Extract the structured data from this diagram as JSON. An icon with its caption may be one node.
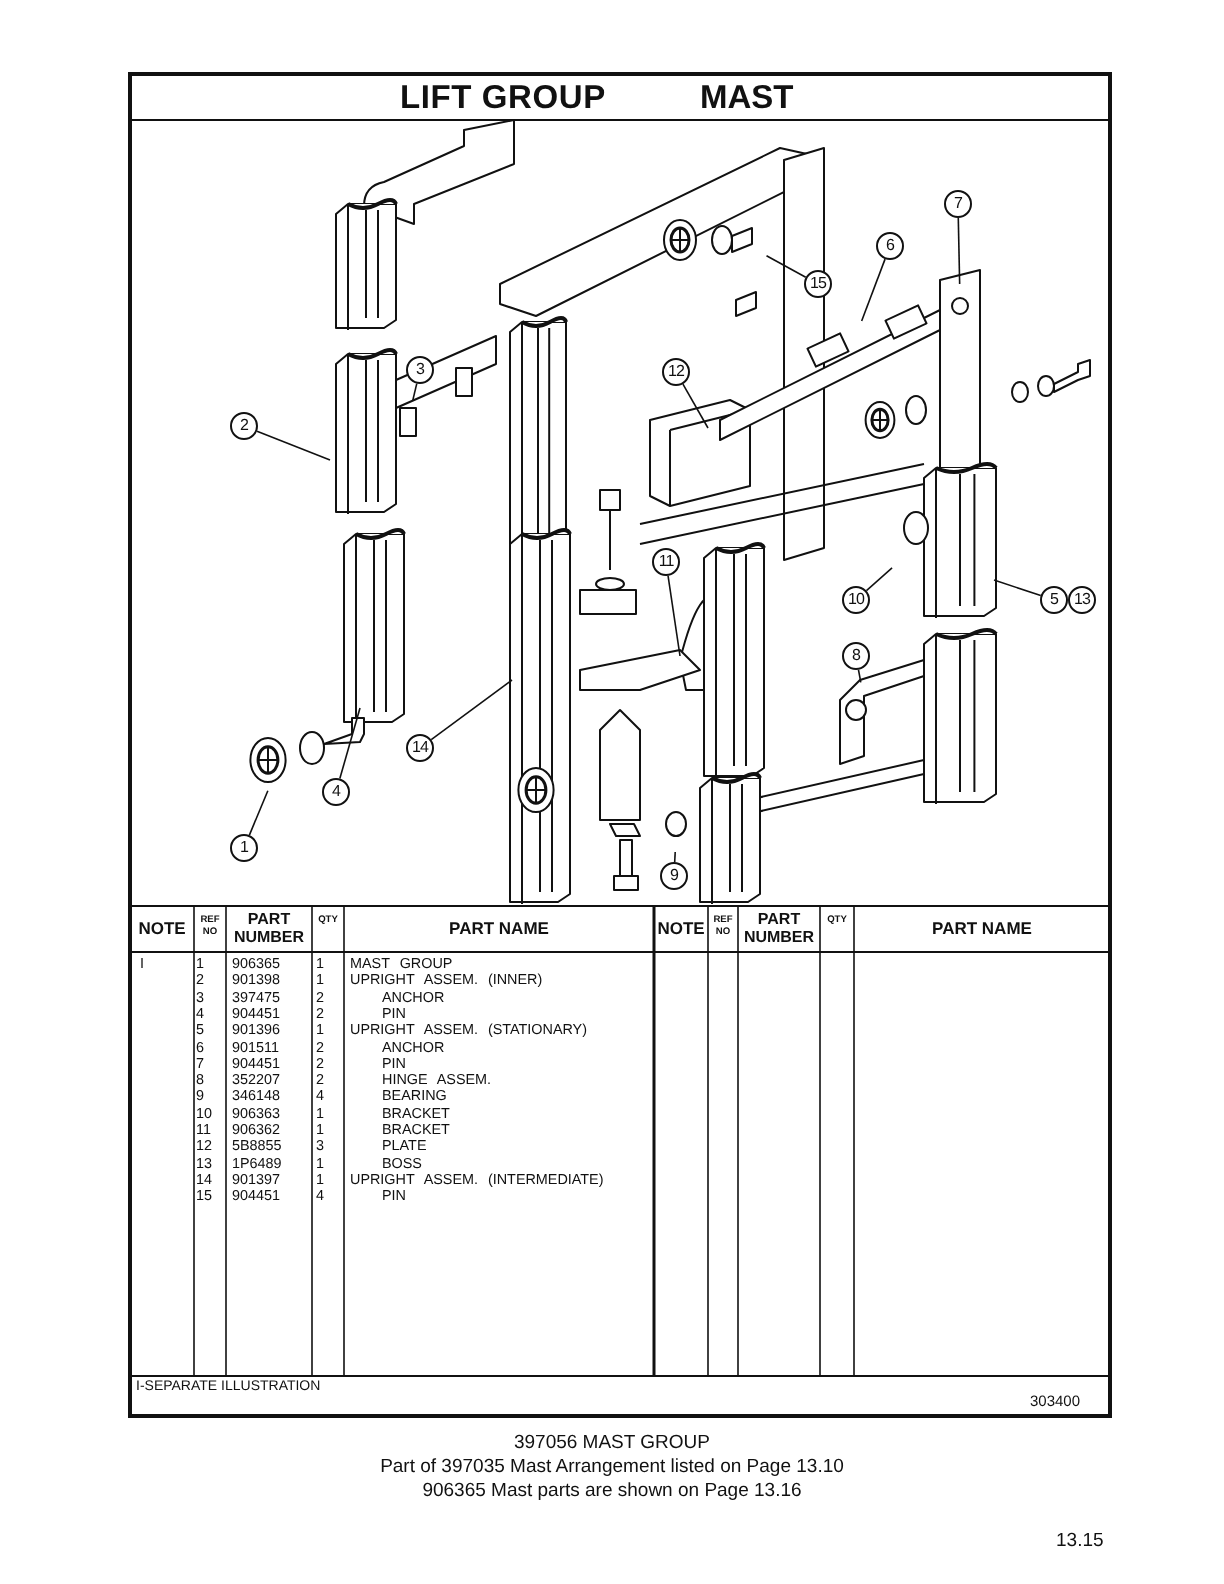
{
  "diagram": {
    "title": "LIFT GROUP",
    "nodes": [
      {
        "text": [
          "7"
        ]
      },
      {
        "text": [
          "6"
        ]
      },
      {
        "text": [
          "15"
        ]
      },
      {
        "text": [
          "3"
        ]
      },
      {
        "text": [
          "12"
        ]
      },
      {
        "text": [
          "2"
        ]
      },
      {
        "text": [
          "11"
        ]
      },
      {
        "text": [
          "10"
        ]
      },
      {
        "text": [
          "5"
        ]
      },
      {
        "text": [
          "13"
        ]
      },
      {
        "text": [
          "8"
        ]
      },
      {
        "text": [
          "14"
        ]
      },
      {
        "text": [
          "4"
        ]
      },
      {
        "text": [
          "1"
        ]
      },
      {
        "text": [
          "9"
        ]
      }
    ],
    "edges": [
      {
        "from": 0,
        "to": null,
        "arrow": "none"
      },
      {
        "from": 1,
        "to": null,
        "arrow": "none"
      },
      {
        "from": 2,
        "to": null,
        "arrow": "none"
      },
      {
        "from": 3,
        "to": null,
        "arrow": "none"
      },
      {
        "from": 4,
        "to": null,
        "arrow": "none"
      },
      {
        "from": 5,
        "to": null,
        "arrow": "none"
      },
      {
        "from": 6,
        "to": null,
        "arrow": "none"
      },
      {
        "from": 7,
        "to": null,
        "arrow": "none"
      },
      {
        "from": 8,
        "to": null,
        "arrow": "none"
      },
      {
        "from": 10,
        "to": null,
        "arrow": "none"
      },
      {
        "from": 11,
        "to": null,
        "arrow": "none"
      },
      {
        "from": 12,
        "to": null,
        "arrow": "none"
      },
      {
        "from": 13,
        "to": null,
        "arrow": "none"
      },
      {
        "from": 14,
        "to": null,
        "arrow": "none"
      }
    ],
    "labels": [
      "MAST",
      "NOTE",
      "REF NO",
      "PART NUMBER",
      "QTY",
      "PART NAME",
      "NOTE",
      "REF NO",
      "PART NUMBER",
      "QTY",
      "PART NAME",
      "I",
      "1",
      "906365",
      "1",
      "MAST GROUP",
      "2",
      "901398",
      "1",
      "UPRIGHT ASSEM. (INNER)",
      "3",
      "397475",
      "2",
      "ANCHOR",
      "4",
      "904451",
      "2",
      "PIN",
      "5",
      "901396",
      "1",
      "UPRIGHT ASSEM. (STATIONARY)",
      "6",
      "901511",
      "2",
      "ANCHOR",
      "7",
      "904451",
      "2",
      "PIN",
      "8",
      "352207",
      "2",
      "HINGE ASSEM.",
      "9",
      "346148",
      "4",
      "BEARING",
      "10",
      "906363",
      "1",
      "BRACKET",
      "11",
      "906362",
      "1",
      "BRACKET",
      "12",
      "5B8855",
      "3",
      "PLATE",
      "13",
      "1P6489",
      "1",
      "BOSS",
      "14",
      "901397",
      "1",
      "UPRIGHT ASSEM. (INTERMEDIATE)",
      "15",
      "904451",
      "4",
      "PIN",
      "I-SEPARATE ILLUSTRATION",
      "303400",
      "397056 MAST GROUP",
      "Part of 397035 Mast Arrangement listed on Page 13.10",
      "906365 Mast parts are shown on Page 13.16",
      "13.15"
    ]
  }
}
